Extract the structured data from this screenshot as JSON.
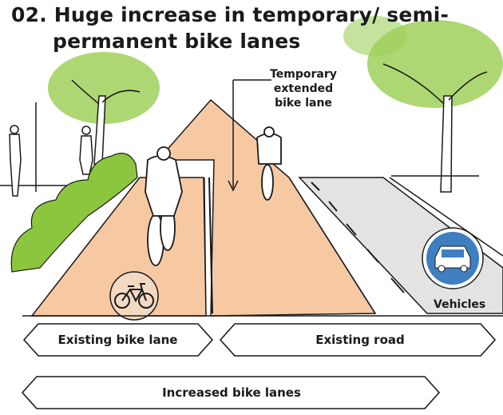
{
  "title": {
    "line1": "02. Huge increase in temporary/ semi-",
    "line2": "permanent bike lanes"
  },
  "callout": {
    "line1": "Temporary",
    "line2": "extended",
    "line3": "bike lane"
  },
  "vehicle_label": "Vehicles",
  "labels": {
    "existing_bike_lane": "Existing bike lane",
    "existing_road": "Existing road",
    "increased_bike_lanes": "Increased bike lanes"
  },
  "colors": {
    "bike_lane": "#f7c9a3",
    "road": "#e3e3e3",
    "foliage": "#8cc63f",
    "vehicle_sign": "#3f7fc0",
    "ink": "#1a1a1a"
  },
  "icons": [
    "bicycle-icon",
    "car-icon",
    "cyclist-figure",
    "pedestrian-figure",
    "tree"
  ]
}
